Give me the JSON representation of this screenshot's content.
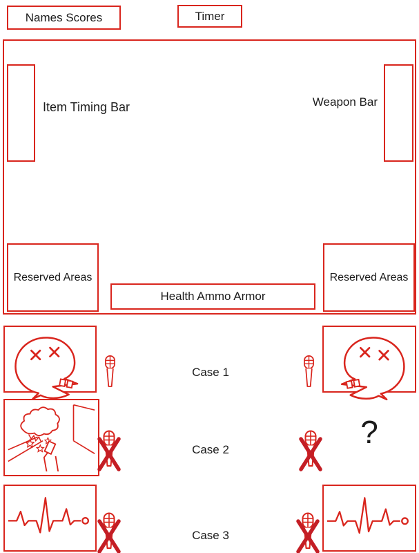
{
  "colors": {
    "outline": "#d9251d",
    "muted_x": "#c41e25",
    "text": "#1c1c1c",
    "background": "#ffffff"
  },
  "hud": {
    "names_scores_label": "Names Scores",
    "timer_label": "Timer",
    "item_timing_bar_label": "Item Timing Bar",
    "weapon_bar_label": "Weapon Bar",
    "reserved_left_label": "Reserved Areas",
    "reserved_right_label": "Reserved Areas",
    "health_ammo_armor_label": "Health Ammo Armor"
  },
  "cases": [
    {
      "label": "Case 1",
      "left_icon": "dead-face-icon",
      "left_audio": "microphone-icon",
      "right_audio": "microphone-icon",
      "right_icon": "dead-face-icon"
    },
    {
      "label": "Case 2",
      "left_icon": "explosion-view-icon",
      "left_audio": "muted-microphone-icon",
      "right_audio": "muted-microphone-icon",
      "right_icon": "question-mark",
      "question_mark": "?"
    },
    {
      "label": "Case 3",
      "left_icon": "heartbeat-icon",
      "left_audio": "muted-microphone-icon",
      "right_audio": "muted-microphone-icon",
      "right_icon": "heartbeat-icon"
    }
  ]
}
